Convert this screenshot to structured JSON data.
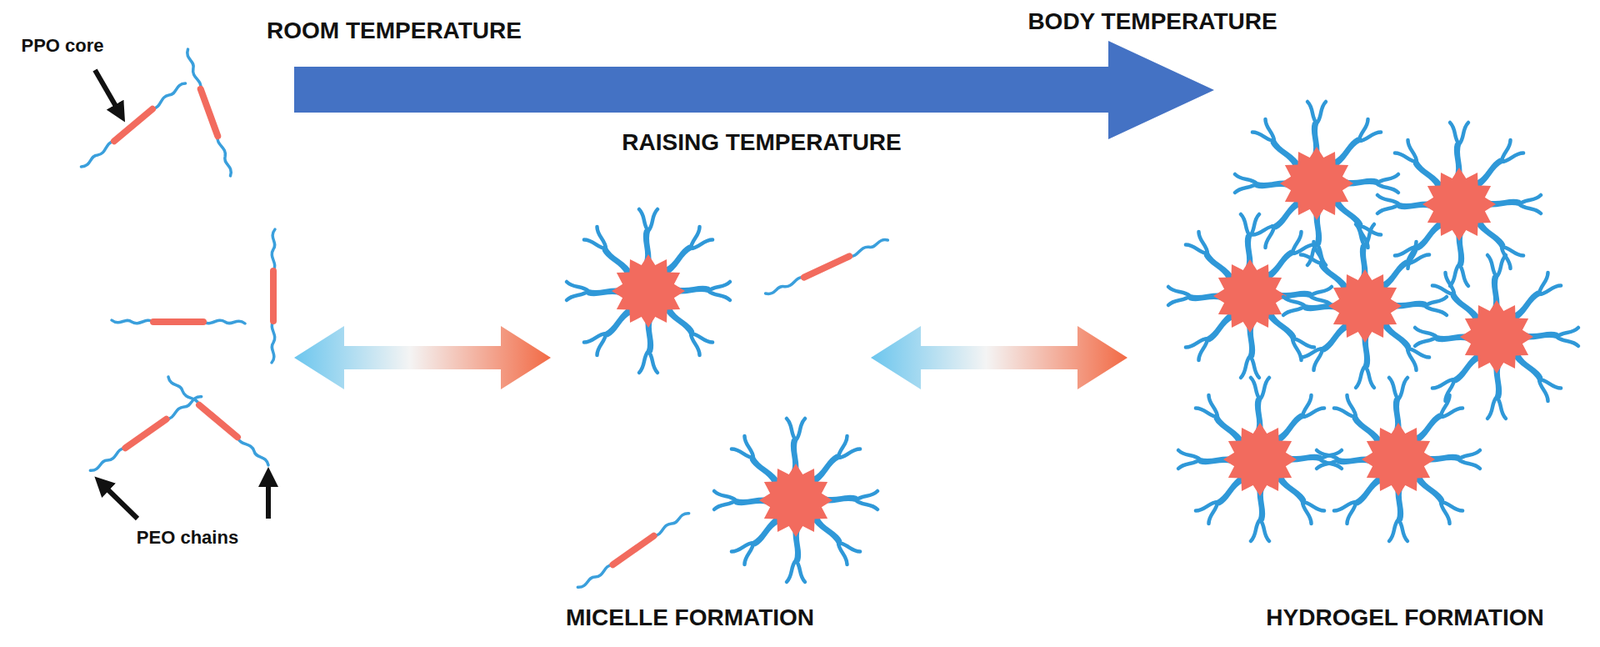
{
  "diagram": {
    "labels": [
      "ROOM TEMPERATURE",
      "BODY TEMPERATURE",
      "RAISING TEMPERATURE",
      "PPO core",
      "PEO chains",
      "MICELLE FORMATION",
      "HYDROGEL FORMATION"
    ]
  }
}
